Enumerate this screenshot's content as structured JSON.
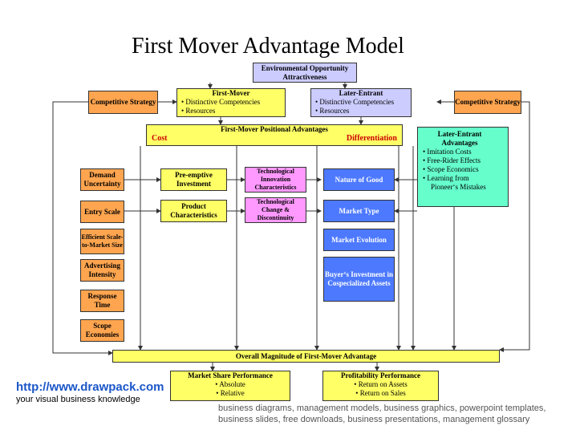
{
  "title": "First Mover Advantage Model",
  "env": "Environmental Opportunity Attractiveness",
  "competitive_left": "Competitive Strategy",
  "competitive_right": "Competitive Strategy",
  "first_mover": {
    "heading": "First-Mover",
    "items": [
      "• Distinctive Competencies",
      "• Resources"
    ]
  },
  "later_entrant": {
    "heading": "Later-Entrant",
    "items": [
      "• Distinctive Competencies",
      "• Resources"
    ]
  },
  "positional": {
    "heading": "First-Mover Positional Advantages",
    "cost": "Cost",
    "differentiation": "Differentiation"
  },
  "later_adv": {
    "heading": "Later-Entrant Advantages",
    "items": [
      "• Imitation Costs",
      "• Free-Rider Effects",
      "• Scope Economics",
      "• Learning from",
      "Pioneer‘s Mistakes"
    ]
  },
  "left_factors": [
    "Demand Uncertainty",
    "Entry Scale",
    "Efficient Scale-to-Market Size",
    "Advertising Intensity",
    "Response Time",
    "Scope Economies"
  ],
  "preemptive": "Pre-emptive Investment",
  "product_char": "Product Characteristics",
  "tech_innovation": "Technological Innovation Characteristics",
  "tech_change": "Technological Change & Discontinuity",
  "nature_good": "Nature of Good",
  "market_type": "Market Type",
  "market_evolution": "Market Evolution",
  "buyers": "Buyer‘s Investment in Cospecialized Assets",
  "overall": "Overall Magnitude of First-Mover Advantage",
  "market_share": {
    "heading": "Market Share Performance",
    "items": [
      "• Absolute",
      "• Relative"
    ]
  },
  "profitability": {
    "heading": "Profitability Performance",
    "items": [
      "• Return on Assets",
      "• Return on Sales"
    ]
  },
  "footer": {
    "url": "http://www.drawpack.com",
    "tagline": "your visual business knowledge",
    "desc": "business diagrams, management models, business graphics, powerpoint templates, business slides, free downloads, business presentations, management glossary"
  }
}
